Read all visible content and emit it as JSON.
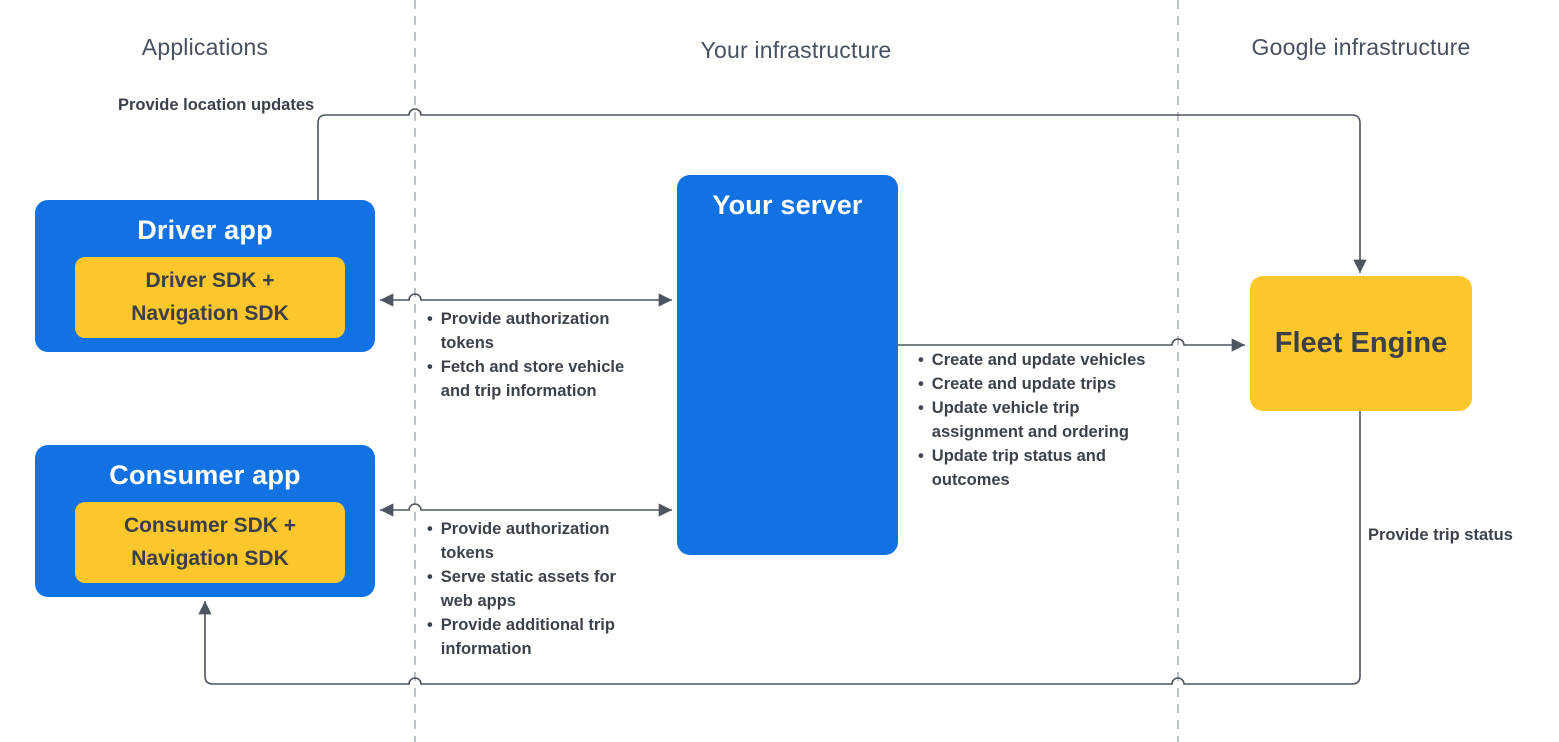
{
  "colors": {
    "node_blue": "#1272e4",
    "node_yellow": "#fcc72c",
    "connector_line": "#4d5560",
    "divider_dash": "#b6bcc4",
    "heading_text": "#47505f",
    "body_text": "#3c424b"
  },
  "columns": {
    "applications": "Applications",
    "your_infrastructure": "Your infrastructure",
    "google_infrastructure": "Google infrastructure"
  },
  "nodes": {
    "driver_app": {
      "title": "Driver app",
      "sdk": "Driver SDK + Navigation SDK"
    },
    "consumer_app": {
      "title": "Consumer app",
      "sdk": "Consumer SDK + Navigation SDK"
    },
    "your_server": {
      "title": "Your server"
    },
    "fleet_engine": {
      "title": "Fleet Engine"
    }
  },
  "edge_labels": {
    "provide_location_updates": "Provide location updates",
    "provide_trip_status": "Provide trip status"
  },
  "edge_lists": {
    "driver_server": {
      "items": [
        "Provide authorization tokens",
        "Fetch and store vehicle and trip information"
      ]
    },
    "consumer_server": {
      "items": [
        "Provide authorization tokens",
        "Serve static assets for web apps",
        "Provide additional trip information"
      ]
    },
    "server_fleet": {
      "items": [
        "Create and update vehicles",
        "Create and update trips",
        "Update vehicle trip assignment and ordering",
        "Update trip status and outcomes"
      ]
    }
  }
}
